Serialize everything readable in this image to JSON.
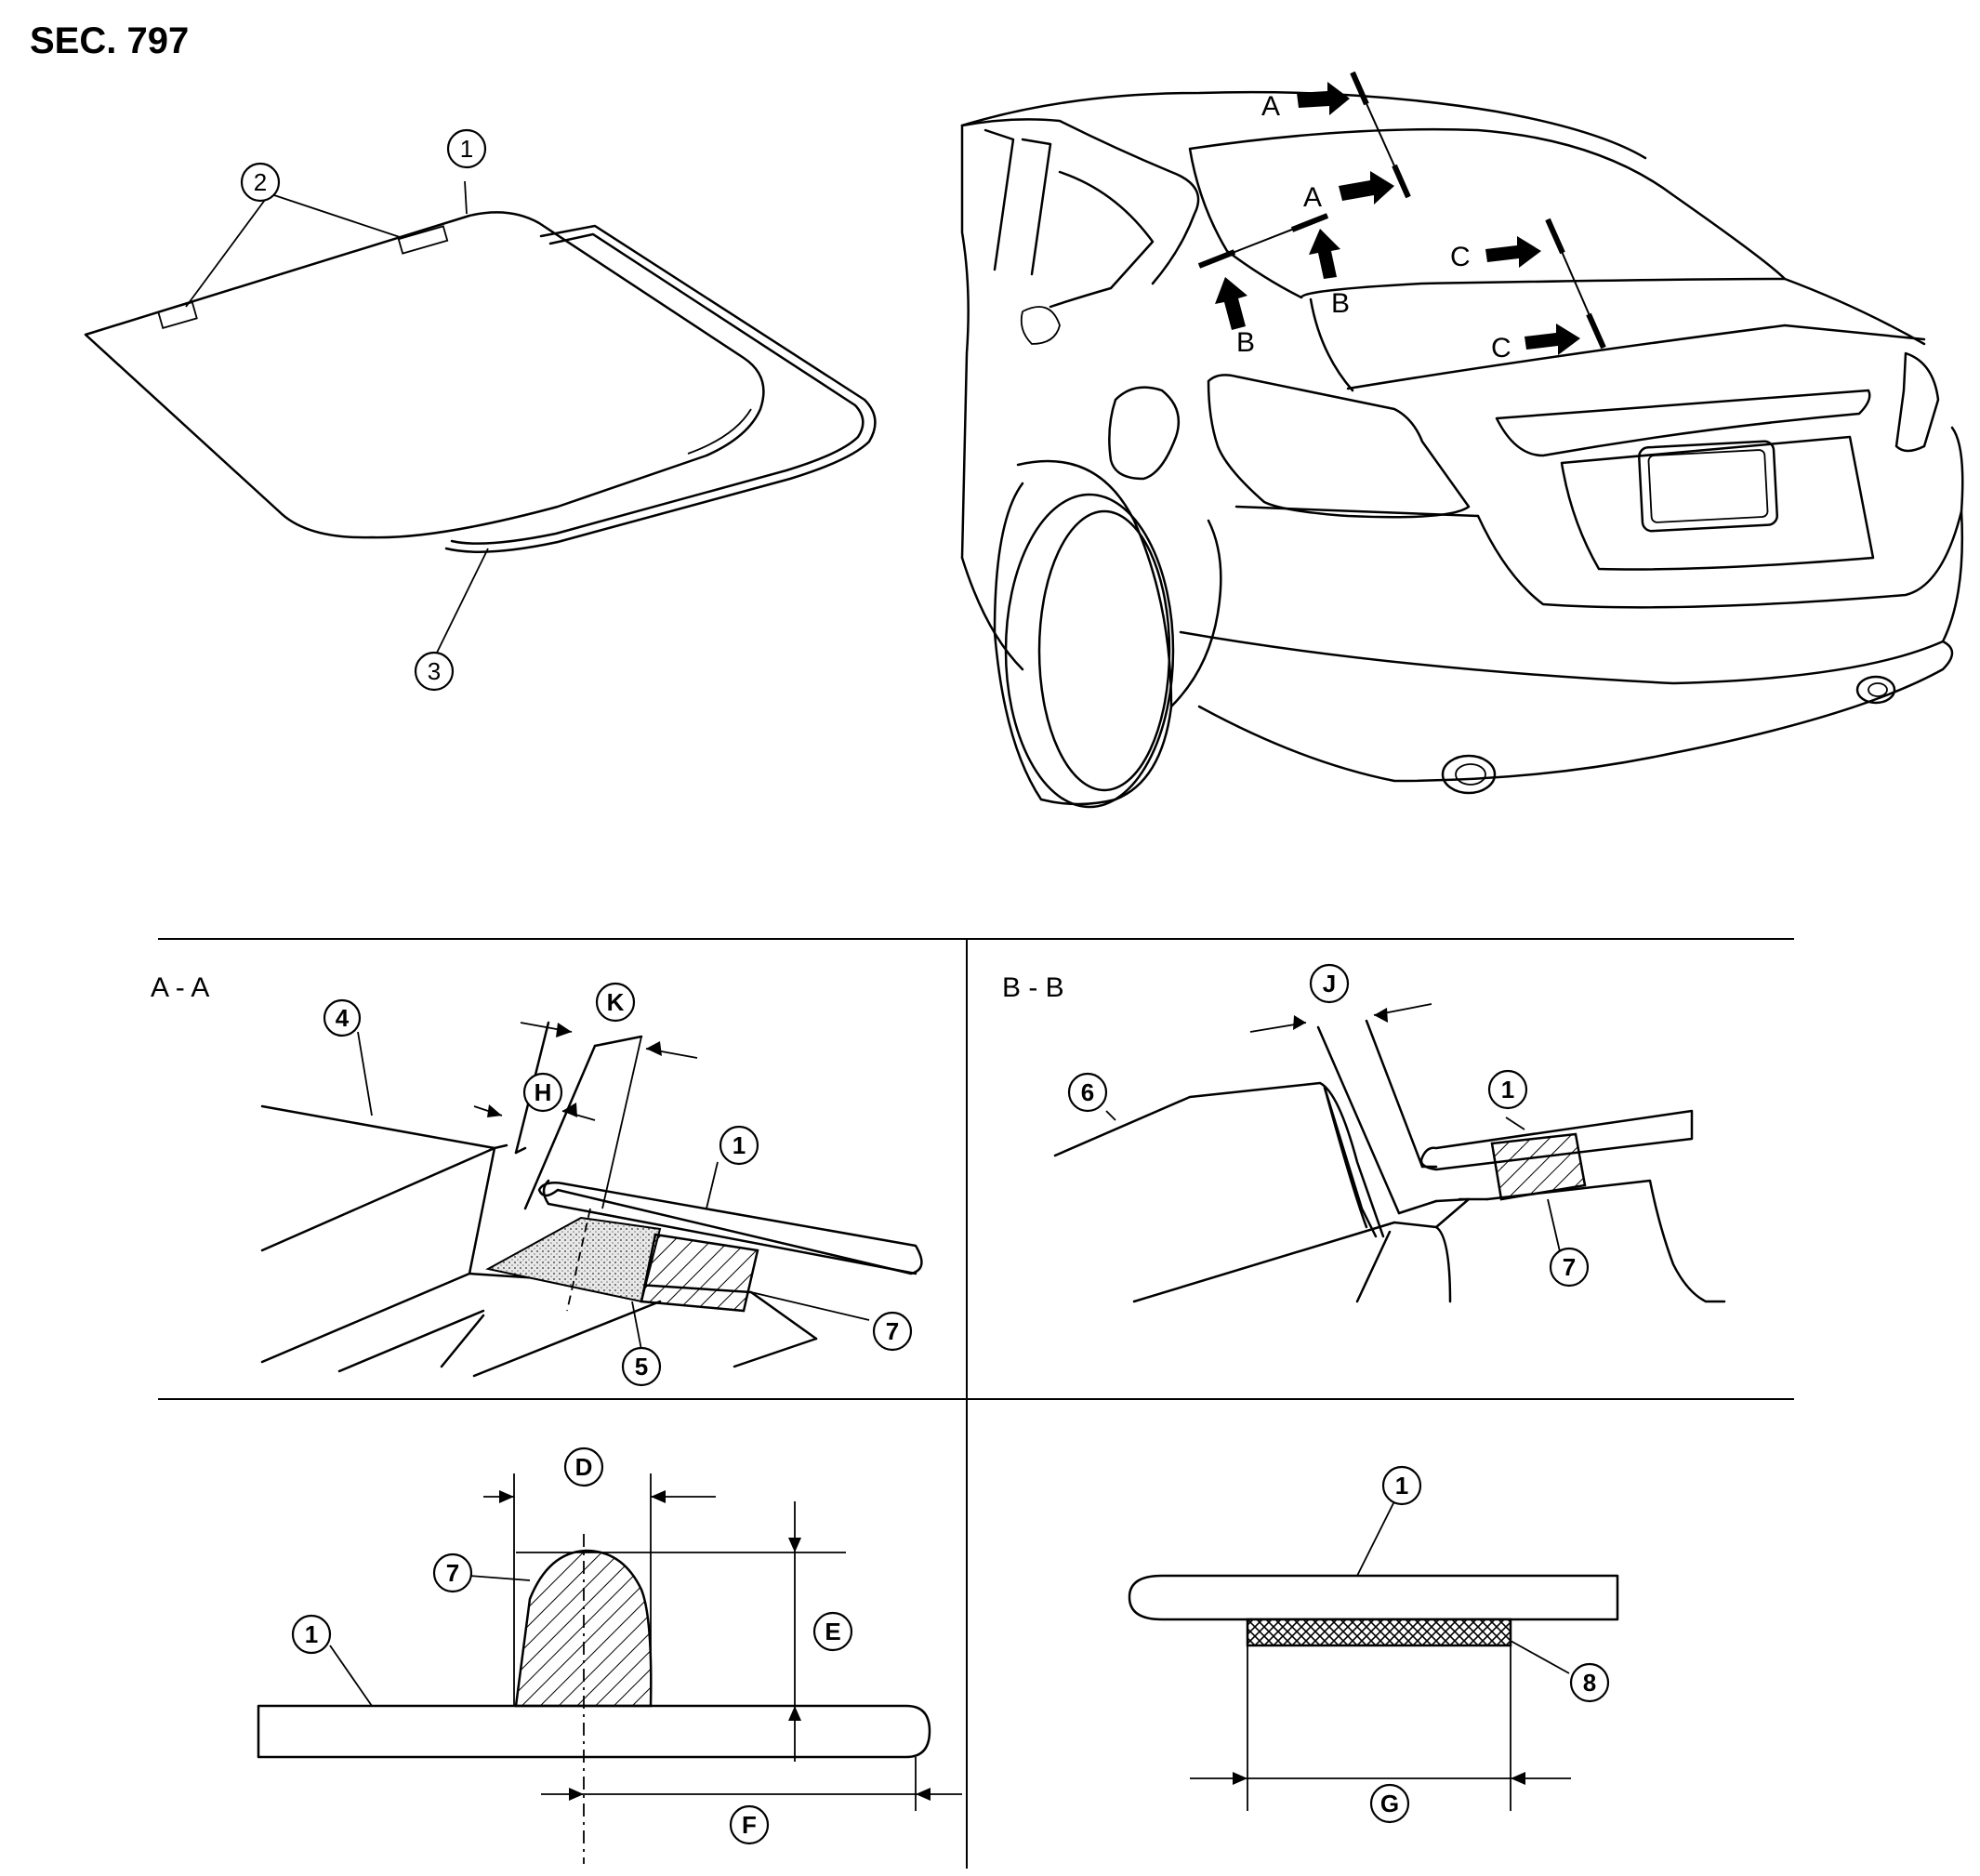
{
  "section_title": "SEC. 797",
  "section_labels": {
    "aa": "A - A",
    "bb": "B - B"
  },
  "view_arrow_labels": {
    "a1": "A",
    "a2": "A",
    "b1": "B",
    "b2": "B",
    "c1": "C",
    "c2": "C"
  },
  "callouts": {
    "glass_1": "1",
    "glass_2": "2",
    "glass_3": "3",
    "aa_4": "4",
    "aa_H": "H",
    "aa_K": "K",
    "aa_1": "1",
    "aa_5": "5",
    "aa_7": "7",
    "bb_J": "J",
    "bb_6": "6",
    "bb_1": "1",
    "bb_7": "7",
    "dam_D": "D",
    "dam_7": "7",
    "dam_1": "1",
    "dam_E": "E",
    "dam_F": "F",
    "tape_1": "1",
    "tape_8": "8",
    "tape_G": "G"
  }
}
